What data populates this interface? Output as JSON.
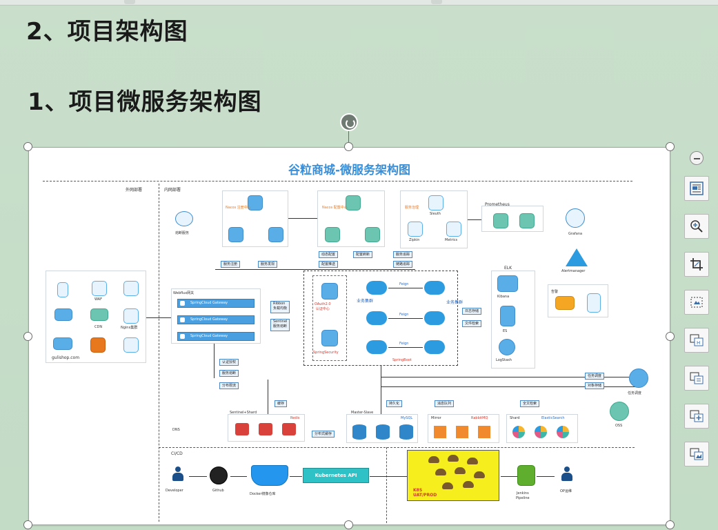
{
  "slide": {
    "heading_main": "2、项目架构图",
    "heading_sub": "1、项目微服务架构图"
  },
  "diagram": {
    "title": "谷粒商城-微服务架构图",
    "zone_external": "外网部署",
    "zone_internal": "内网部署",
    "client_site": "gulishop.com",
    "client_labels": [
      "WAF",
      "CDN",
      "Nginx集群"
    ],
    "nacos_registry": "Nacos\n注册中心",
    "nacos_config": "Nacos\n配置中心",
    "service_governance": "服务治理",
    "sleuth": "Sleuth",
    "zipkin": "Zipkin",
    "metrics": "Metrics",
    "prometheus": "Prometheus",
    "grafana": "Grafana",
    "alertmanager": "Alertmanager",
    "alert": "告警",
    "circuit_breaker": "熔断服务",
    "webflux": "Webflux网关",
    "gateway_label": "SpringCloud Gateway",
    "ribbon": "Ribbon\n负载均衡",
    "sentinel_ctrl": "Sentinel\n服务熔断",
    "oauth": "OAuth2.0\n认证中心",
    "spring_security": "SpringSecurity",
    "biz_cluster_1": "业务集群",
    "biz_cluster_2": "业务集群",
    "feign": "Feign",
    "springboot": "SpringBoot",
    "elk": "ELK",
    "kibana": "Kibana",
    "es": "ES",
    "logstash": "LogStash",
    "log_collect": "日志存储",
    "log_search": "文件检索",
    "task_schedule": "任务调度",
    "task_store": "对象存储",
    "task_mgmt": "任务调度",
    "oss": "OSS",
    "tags_left": [
      "认证授权",
      "服务熔断",
      "分布限流"
    ],
    "tags_nacos": [
      "服务注册",
      "服务发现"
    ],
    "tags_config": [
      "动态配置",
      "配置推送"
    ],
    "tags_config2": [
      "配置刷新"
    ],
    "tags_sleuth": [
      "服务追踪",
      "链路追踪"
    ],
    "cache": "缓存",
    "persist": "持久化",
    "mq": "消息队列",
    "search": "全文检索",
    "sentinel_shard": "Sentinel+Shard",
    "redis": "Redis",
    "master_slave": "Master-Slave",
    "mysql": "MySQL",
    "mirror": "Mirror",
    "rabbitmq": "RabbitMQ",
    "shard": "Shard",
    "elasticsearch": "ElasticSearch",
    "dist_cache": "分布式缓存",
    "dns": "DNS",
    "cicd": "CI/CD",
    "developer": "Developer",
    "github": "Github",
    "docker": "Docker镜像仓库",
    "kube_api": "Kubernetes API",
    "k8s": "K8S\nUAT/PROD",
    "jenkins": "Jenkins\nPipeline",
    "ops": "OP运维"
  },
  "toolbar": {
    "icons": [
      "collapse-icon",
      "layout-options-icon",
      "zoom-icon",
      "crop-icon",
      "select-icon",
      "swap-image-icon",
      "translate-icon",
      "add-image-icon",
      "image-style-icon"
    ]
  }
}
